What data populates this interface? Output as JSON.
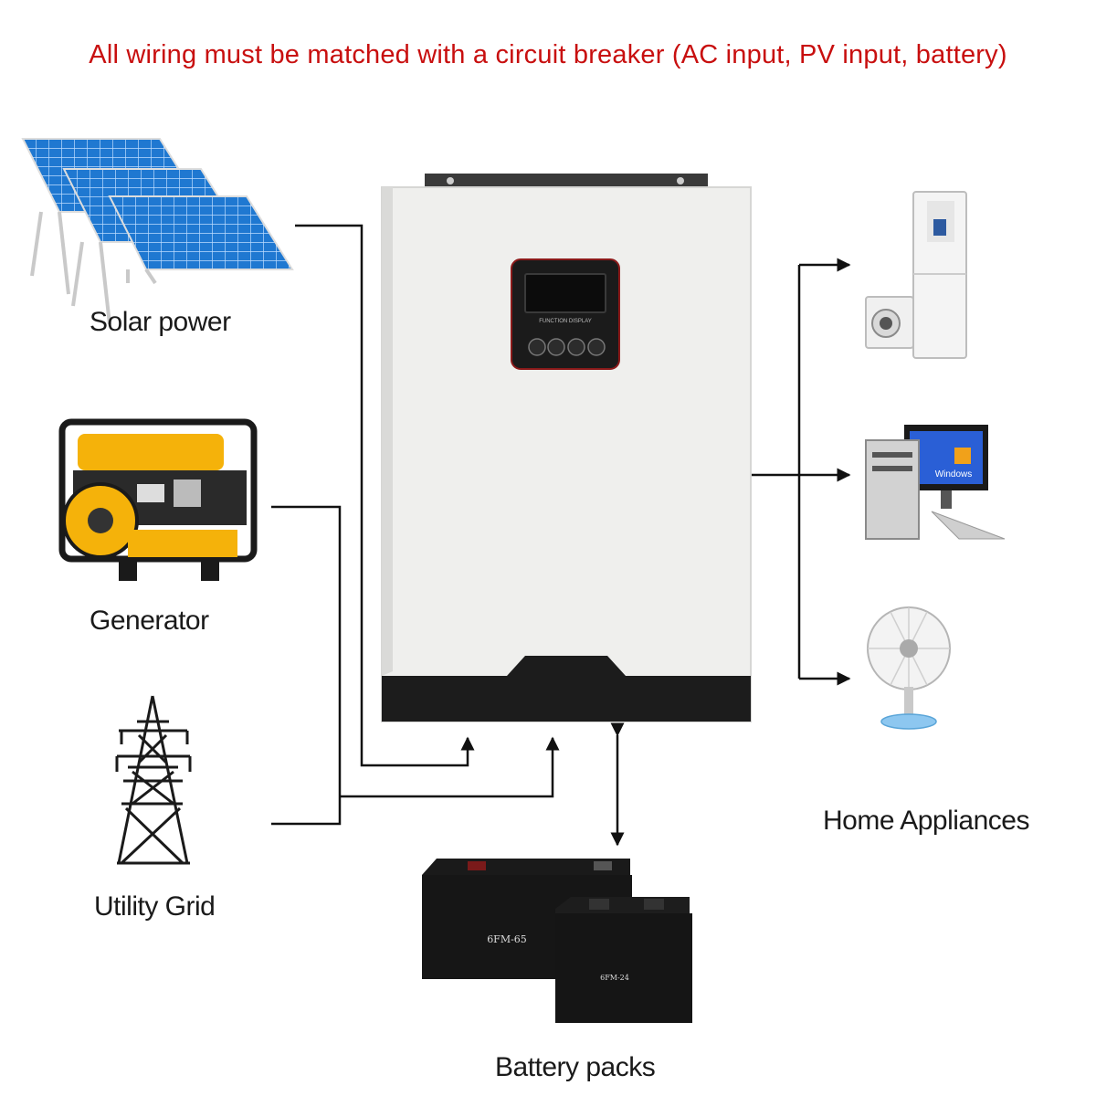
{
  "header": {
    "notice": "All wiring must be matched with a circuit breaker (AC input, PV input, battery)"
  },
  "sources": [
    {
      "label": "Solar power"
    },
    {
      "label": "Generator"
    },
    {
      "label": "Utility Grid"
    }
  ],
  "outputs": {
    "label": "Home Appliances"
  },
  "storage": {
    "label": "Battery packs",
    "battery_large_model": "6FM-65",
    "battery_small_model": "6FM-24"
  },
  "inverter": {
    "panel_caption": "FUNCTION DISPLAY"
  },
  "appliances": {
    "monitor_brand": "Windows"
  },
  "colors": {
    "notice": "#c80f0f",
    "wire": "#111111",
    "inverter_body": "#efefed",
    "inverter_base": "#1c1c1c",
    "solar_cell": "#1f78d1"
  }
}
